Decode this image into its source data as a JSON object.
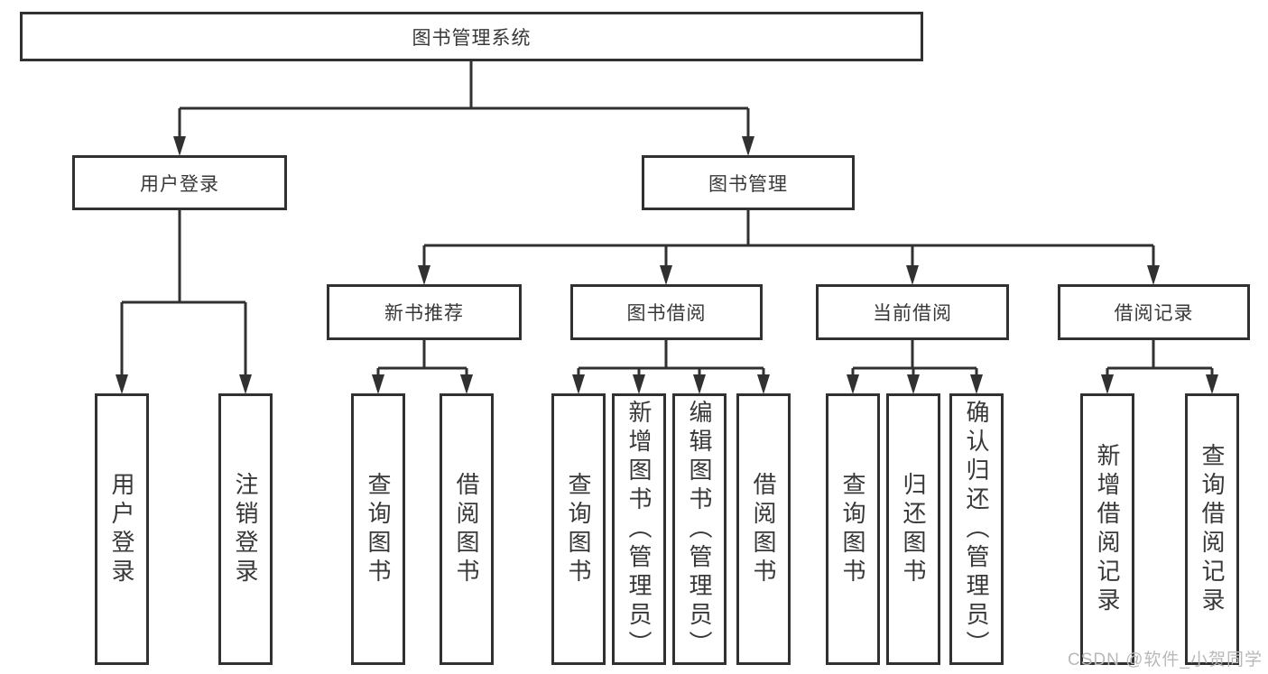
{
  "diagram": {
    "type": "hierarchy-tree",
    "root": {
      "label": "图书管理系统",
      "children": [
        {
          "label": "用户登录",
          "children": [
            {
              "label": "用户登录"
            },
            {
              "label": "注销登录"
            }
          ]
        },
        {
          "label": "图书管理",
          "children": [
            {
              "label": "新书推荐",
              "children": [
                {
                  "label": "查询图书"
                },
                {
                  "label": "借阅图书"
                }
              ]
            },
            {
              "label": "图书借阅",
              "children": [
                {
                  "label": "查询图书"
                },
                {
                  "label": "新增图书（管理员）"
                },
                {
                  "label": "编辑图书（管理员）"
                },
                {
                  "label": "借阅图书"
                }
              ]
            },
            {
              "label": "当前借阅",
              "children": [
                {
                  "label": "查询图书"
                },
                {
                  "label": "归还图书"
                },
                {
                  "label": "确认归还（管理员）"
                }
              ]
            },
            {
              "label": "借阅记录",
              "children": [
                {
                  "label": "新增借阅记录"
                },
                {
                  "label": "查询借阅记录"
                }
              ]
            }
          ]
        }
      ]
    }
  },
  "watermark": {
    "text": "CSDN @软件_小贺同学"
  },
  "colors": {
    "line": "#313131",
    "box_border": "#313131",
    "text": "#383838",
    "watermark": "#b9b9b9",
    "background": "#ffffff"
  }
}
